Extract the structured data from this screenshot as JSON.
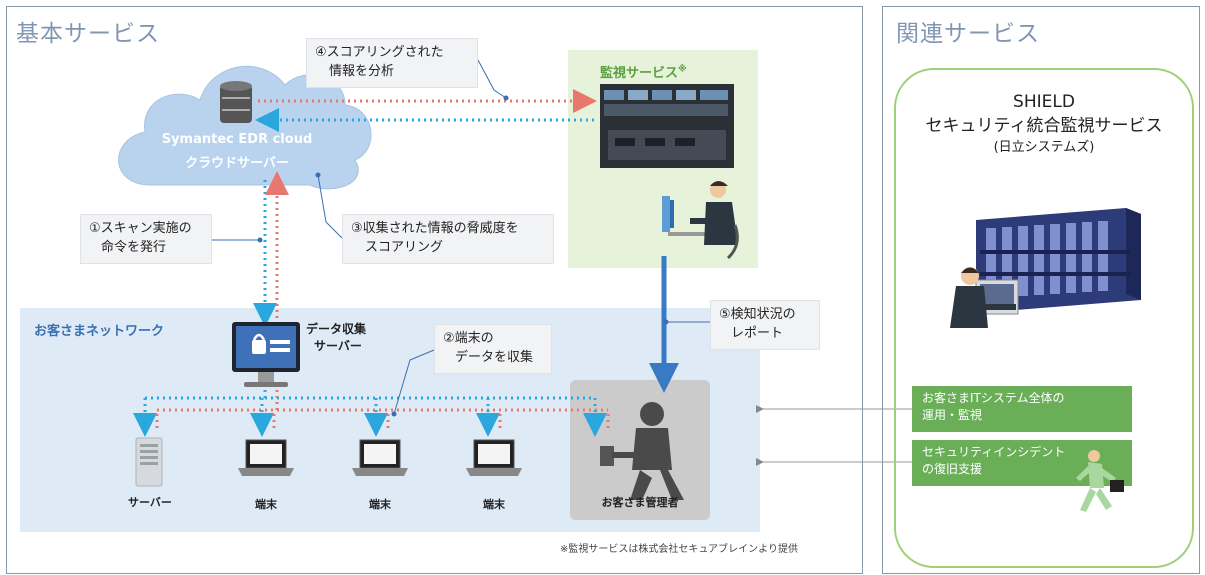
{
  "sections": {
    "basic_title": "基本サービス",
    "related_title": "関連サービス"
  },
  "cloud": {
    "line1": "Symantec EDR cloud",
    "line2": "クラウドサーバー"
  },
  "monitoring": {
    "title": "監視サービス",
    "mark": "※"
  },
  "callouts": {
    "step1": [
      "①スキャン実施の",
      "命令を発行"
    ],
    "step2": [
      "②端末の",
      "データを収集"
    ],
    "step3": [
      "③収集された情報の脅威度を",
      "スコアリング"
    ],
    "step4": [
      "④スコアリングされた",
      "情報を分析"
    ],
    "step5": [
      "⑤検知状況の",
      "レポート"
    ]
  },
  "network": {
    "title": "お客さまネットワーク",
    "collector": [
      "データ収集",
      "サーバー"
    ],
    "devices": [
      "サーバー",
      "端末",
      "端末",
      "端末"
    ],
    "admin": "お客さま管理者"
  },
  "footnote": "※監視サービスは株式会社セキュアブレインより提供",
  "shield": {
    "line1": "SHIELD",
    "line2": "セキュリティ統合監視サービス",
    "line3": "(日立システムズ)"
  },
  "related_boxes": [
    [
      "お客さまITシステム全体の",
      "運用・監視"
    ],
    [
      "セキュリティインシデント",
      "の復旧支援"
    ]
  ],
  "colors": {
    "panel_border": "#8a98a8",
    "title_blue": "#8296b4",
    "cloud_fill": "#b9d3ee",
    "network_fill": "#deebf7",
    "monitor_fill": "#e6f3da",
    "green_box": "#6aaf58",
    "arrow_red": "#e8786e",
    "arrow_blue": "#2aa7dd",
    "report_arrow": "#3a79c4",
    "shield_border": "#9ed07a"
  }
}
